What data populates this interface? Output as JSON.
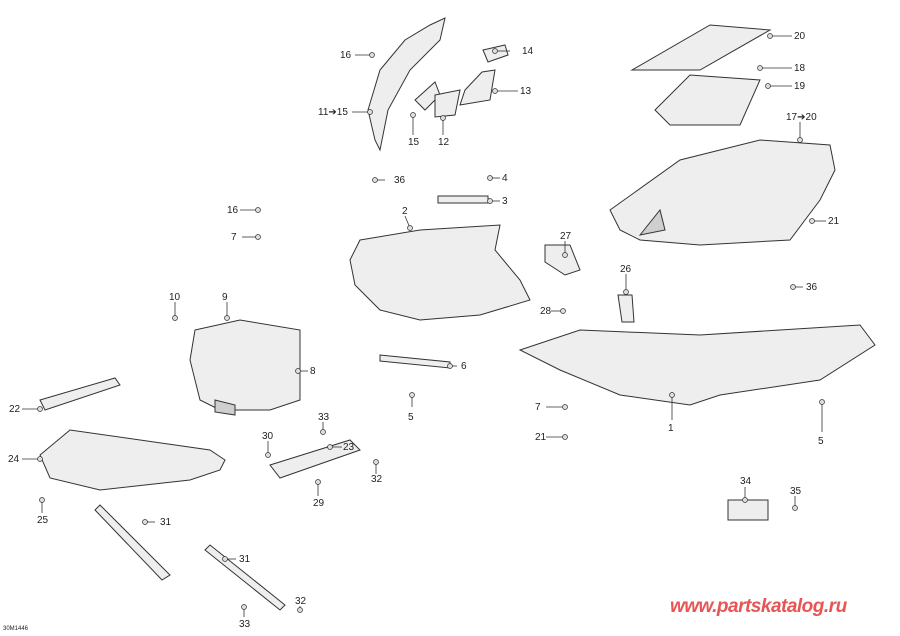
{
  "diagram_code": "30M1446",
  "watermark": "www.partskatalog.ru",
  "callouts": [
    "16",
    "14",
    "13",
    "11➔15",
    "15",
    "12",
    "36",
    "4",
    "3",
    "2",
    "16",
    "7",
    "20",
    "18",
    "19",
    "17➔20",
    "21",
    "27",
    "26",
    "36",
    "28",
    "10",
    "9",
    "8",
    "6",
    "5",
    "7",
    "1",
    "5",
    "21",
    "22",
    "33",
    "30",
    "23",
    "32",
    "29",
    "24",
    "25",
    "31",
    "34",
    "35",
    "31",
    "32",
    "33"
  ]
}
